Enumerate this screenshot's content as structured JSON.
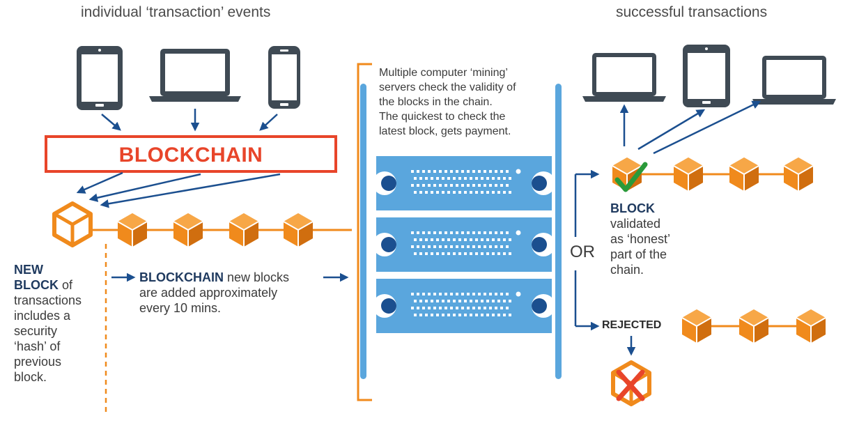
{
  "header_left": "individual ‘transaction’ events",
  "header_right": "successful transactions",
  "blockchain_box": "BLOCKCHAIN",
  "mining_text": [
    "Multiple computer ‘mining’",
    "servers check the validity of",
    "the blocks in the chain.",
    "The quickest to check the",
    "latest block, gets payment."
  ],
  "new_block": {
    "bold": [
      "NEW",
      "BLOCK"
    ],
    "of": " of",
    "lines": [
      "transactions",
      "includes a",
      "security",
      "‘hash’ of",
      "previous",
      "block."
    ]
  },
  "chain_note": {
    "bold": "BLOCKCHAIN",
    "first": " new blocks",
    "lines": [
      "are added approximately",
      "every 10 mins."
    ]
  },
  "or": "OR",
  "validated": {
    "bold": "BLOCK",
    "lines": [
      "validated",
      "as ‘honest’",
      "part of the",
      "chain."
    ]
  },
  "rejected": "REJECTED",
  "colors": {
    "orange": "#f08a1c",
    "orange_dark": "#d06e0f",
    "navy": "#1b4f8f",
    "red": "#e8452a",
    "server_blue": "#5aa6dd",
    "device_gray": "#3f4a54",
    "green": "#2a9a3a"
  },
  "icons": [
    "tablet-icon",
    "laptop-icon",
    "phone-icon",
    "block-cube-icon",
    "server-rack-icon",
    "check-icon",
    "x-icon"
  ]
}
